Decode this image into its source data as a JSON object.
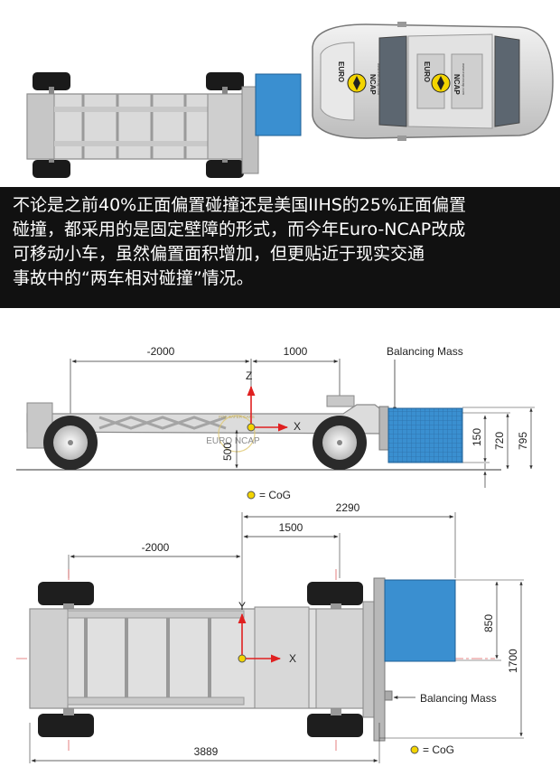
{
  "caption": {
    "lines": [
      "不论是之前40%正面偏置碰撞还是美国IIHS的25%正面偏置",
      "碰撞，都采用的是固定壁障的形式，而今年Euro-NCAP改成",
      "可移动小车，虽然偏置面积增加，但更贴近于现实交通",
      "事故中的“两车相对碰撞”情况。"
    ]
  },
  "top_car": {
    "roof_text": [
      "EURO",
      "NCAP"
    ],
    "url_text": "www.euroncap.com"
  },
  "side_view": {
    "dim_left": "-2000",
    "dim_right": "1000",
    "balancing_mass": "Balancing Mass",
    "axis_z": "Z",
    "axis_x": "X",
    "dim_150": "150",
    "dim_720": "720",
    "dim_795": "795",
    "dim_500": "500",
    "logo_text": "EURO NCAP",
    "logo_ring": "FOR SAFER CARS"
  },
  "cog_legend_top": "= CoG",
  "plan_view": {
    "dim_2290": "2290",
    "dim_1500": "1500",
    "dim_left": "-2000",
    "axis_y": "Y",
    "axis_x": "X",
    "dim_850": "850",
    "dim_1700": "1700",
    "balancing_mass": "Balancing Mass",
    "dim_3889": "3889"
  },
  "cog_legend_bottom": "= CoG",
  "colors": {
    "barrier_blue": "#3a8fd0",
    "frame_grey": "#d4d4d4",
    "cog_yellow": "#f3d400",
    "axis_red": "#e02020",
    "centerline_red": "#e06060",
    "banner_black": "#111111"
  }
}
